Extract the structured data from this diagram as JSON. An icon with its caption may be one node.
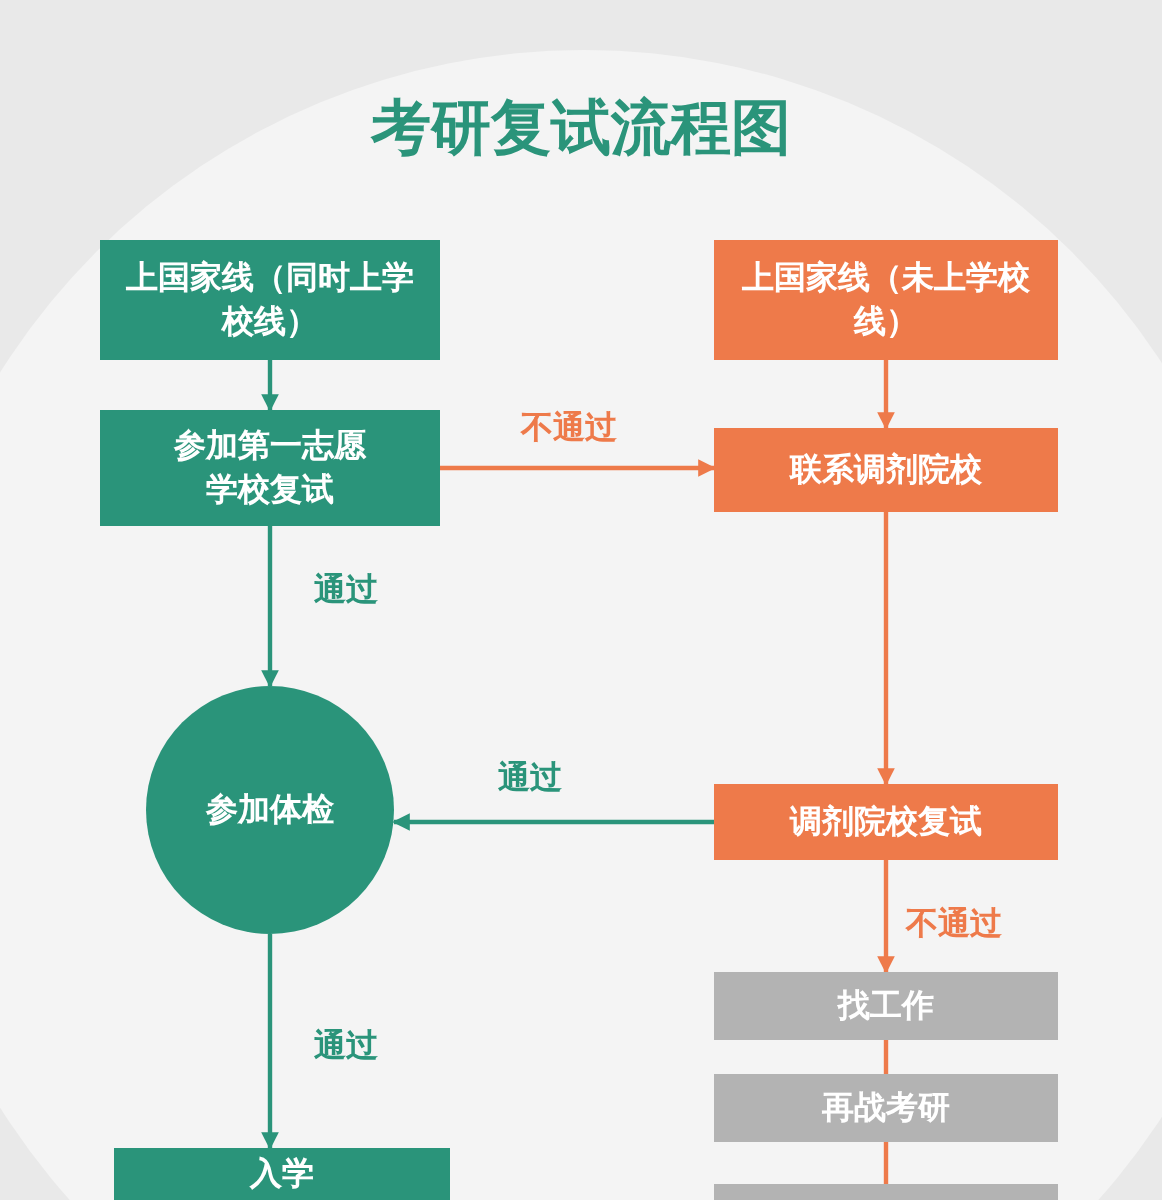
{
  "diagram": {
    "title": "考研复试流程图",
    "nodes": [
      {
        "text": [
          "上国家线（同时上学校线）"
        ]
      },
      {
        "text": [
          "参加第一志愿学校复试"
        ]
      },
      {
        "text": [
          "参加体检"
        ]
      },
      {
        "text": [
          "入学"
        ]
      },
      {
        "text": [
          "上国家线（未上学校线）"
        ]
      },
      {
        "text": [
          "联系调剂院校"
        ]
      },
      {
        "text": [
          "调剂院校复试"
        ]
      },
      {
        "text": [
          "找工作"
        ]
      },
      {
        "text": [
          "再战考研"
        ]
      },
      {
        "text": [],
        "shape": "box"
      }
    ],
    "edges": [
      {
        "from": 0,
        "to": 1,
        "arrow": "to",
        "color": "#2a947a"
      },
      {
        "from": 1,
        "to": 5,
        "arrow": "to",
        "label": "不通过"
      },
      {
        "from": 1,
        "to": 2,
        "arrow": "to",
        "label": "通过",
        "color": "#2a947a"
      },
      {
        "from": 4,
        "to": 5,
        "arrow": "to"
      },
      {
        "from": 5,
        "to": 6,
        "arrow": "to"
      },
      {
        "from": 6,
        "to": 2,
        "arrow": "to",
        "label": "通过",
        "color": "#2a947a"
      },
      {
        "from": 6,
        "to": 7,
        "arrow": "to",
        "label": "不通过"
      },
      {
        "from": 2,
        "to": 3,
        "arrow": "to",
        "label": "通过",
        "color": "#2a947a"
      },
      {
        "from": 7,
        "to": 8,
        "arrow": "none"
      },
      {
        "from": 8,
        "to": 9,
        "arrow": "none"
      }
    ]
  }
}
